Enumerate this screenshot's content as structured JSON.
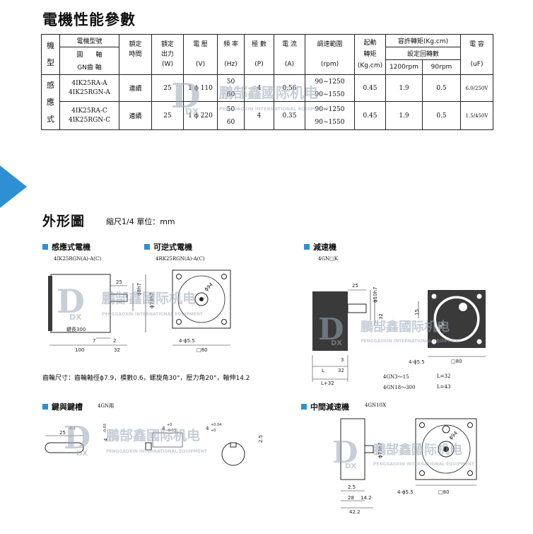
{
  "spec": {
    "title": "電機性能參數",
    "headers": {
      "type_col": [
        "機",
        "型"
      ],
      "model_hdr": [
        "電機型號",
        "圓　　軸",
        "GN齒 軸"
      ],
      "duty": [
        "額定",
        "時間"
      ],
      "power": [
        "額定",
        "出力",
        "(W)"
      ],
      "voltage": [
        "電 壓",
        "(V)"
      ],
      "freq": [
        "頻 率",
        "(Hz)"
      ],
      "poles": [
        "極 數",
        "(P)"
      ],
      "current": [
        "電 流",
        "(A)"
      ],
      "speed_range": [
        "調速範圍",
        "(rpm)"
      ],
      "start_torque": [
        "起動",
        "轉矩",
        "(Kg.cm)"
      ],
      "allow_torque": "容許轉矩(Kg.cm)",
      "set_speed": "設定回轉數",
      "rpm1200": "1200rpm",
      "rpm90": "90rpm",
      "capacitor": [
        "電 容",
        "(uF)"
      ]
    },
    "group_label": [
      "感",
      "應",
      "式"
    ],
    "rows": [
      {
        "models": [
          "4IK25RA-A",
          "4IK25RGN-A"
        ],
        "duty": "連續",
        "power": "25",
        "voltage": "1 ϕ 110",
        "freq": [
          "50",
          "60"
        ],
        "poles": "4",
        "current": "0.56",
        "speed": [
          "90~1250",
          "90~1550"
        ],
        "start": "0.45",
        "t1200": "1.9",
        "t90": "0.5",
        "cap": "6.0/250V"
      },
      {
        "models": [
          "4IK25RA-C",
          "4IK25RGN-C"
        ],
        "duty": "連續",
        "power": "25",
        "voltage": "1 ϕ 220",
        "freq": [
          "50",
          "60"
        ],
        "poles": "4",
        "current": "0.35",
        "speed": [
          "90~1250",
          "90~1550"
        ],
        "start": "0.45",
        "t1200": "1.9",
        "t90": "0.5",
        "cap": "1.5/450V"
      }
    ]
  },
  "outline": {
    "title": "外形圖",
    "scale": "縮尺1/4  單位：mm",
    "sections": {
      "induction": {
        "label": "感應式電機",
        "model": "4IK25RGN(A)-A(C)"
      },
      "reversible": {
        "label": "可逆式電機",
        "model": "4RK25RGN(A)-A(C)"
      },
      "reducer": {
        "label": "減速機",
        "model": "4GN□K"
      },
      "key": {
        "label": "鍵與鍵槽",
        "model": "4GN用"
      },
      "middle": {
        "label": "中間減速機",
        "model": "4GN10X"
      }
    },
    "gear_note": "齒輪尺寸：齒輪軸徑ϕ7.9，模數0.6，螺旋角30°，壓力角20°，軸伸14.2",
    "reducer_lengths": [
      {
        "model": "4GN3～15",
        "value": "L=32"
      },
      {
        "model": "4GN18～300",
        "value": "L=43"
      }
    ],
    "dims": {
      "d25": "25",
      "d8h7": "ϕ8h7",
      "d73h7": "ϕ73h7",
      "key300": "鍵長300",
      "d7": "7",
      "d2": "2",
      "d100": "100",
      "d32": "32",
      "d94": "ϕ94",
      "d55": "4-ϕ5.5",
      "d80": "□80",
      "d10h7": "ϕ10h7",
      "d15": "15",
      "d3": "3",
      "dL": "L",
      "dL32": "L+32",
      "key_len": "25",
      "key_len_tol": "-0.2",
      "key_w": "4",
      "key_w_tol": "-0.03",
      "slot4": "4",
      "slot4_tol": "+0",
      "slot4_tol2": "-0.03",
      "slot4b": "4",
      "slot4b_tol": "+0.04",
      "slot4b_tol2": "+0",
      "slot25": "2.5",
      "m28": "28",
      "m142": "14.2",
      "m422": "42.2",
      "m25": "2.5"
    },
    "watermark": {
      "brand": "鵬郜鑫國际机电",
      "latin": "PENGGAOXIN INTERNATIONAL EQUIPMENT",
      "mark": "DX"
    }
  },
  "colors": {
    "accent": "#2f8fd4",
    "line": "#222222",
    "motor_dark": "#3a3a3a"
  }
}
